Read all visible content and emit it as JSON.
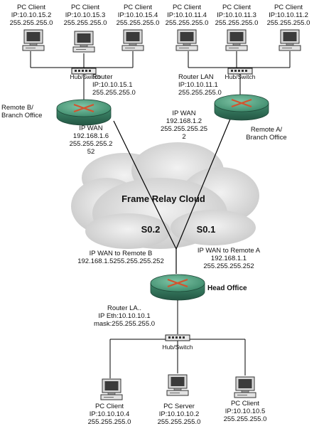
{
  "clients_top_left": [
    {
      "label": "PC Client",
      "ip": "IP:10.10.15.2",
      "mask": "255.255.255.0"
    },
    {
      "label": "PC Client",
      "ip": "IP:10.10.15.3",
      "mask": "255.255.255.0"
    },
    {
      "label": "PC Client",
      "ip": "IP:10.10.15.4",
      "mask": "255.255.255.0"
    }
  ],
  "clients_top_right": [
    {
      "label": "PC Client",
      "ip": "IP:10.10.11.4",
      "mask": "255.255.255.0"
    },
    {
      "label": "PC Client",
      "ip": "IP:10.10.11.3",
      "mask": "255.255.255.0"
    },
    {
      "label": "PC Client",
      "ip": "IP:10.10.11.2",
      "mask": "255.255.255.0"
    }
  ],
  "hub_label": "Hub/Switch",
  "remote_b": {
    "router_lan": "Router\nIP:10.10.15.1\n255.255.255.0",
    "name": "Remote B/\nBranch Office",
    "wan": "IP WAN\n192.168.1.6\n255.255.255.2\n52"
  },
  "remote_a": {
    "router_lan": "Router LAN\nIP:10.10.11.1\n255.255.255.0",
    "name": "Remote A/\nBranch Office",
    "wan": "IP WAN\n192.168.1.2\n255.255.255.25\n2"
  },
  "cloud_title": "Frame Relay Cloud",
  "s02": "S0.2",
  "s01": "S0.1",
  "wan_to_b": "IP WAN to Remote B\n192.168.1.5255.255.255.252",
  "wan_to_a": "IP WAN to Remote A\n192.168.1.1\n255.255.255.252",
  "head_office": "Head Office",
  "head_router_lan": "Router LA..\nIP Eth:10.10.10.1\nmask:255.255.255.0",
  "clients_bottom": [
    {
      "label": "PC Client",
      "ip": "IP:10.10.10.4",
      "mask": "255.255.255.0"
    },
    {
      "label": "PC Server",
      "ip": "IP:10.10.10.2",
      "mask": "255.255.255.0"
    },
    {
      "label": "PC Client",
      "ip": "IP:10.10.10.5",
      "mask": "255.255.255.0"
    }
  ],
  "colors": {
    "router_top": "#4a9a7a",
    "router_side": "#2e6e55",
    "arrow": "#d2542f",
    "cloud": "#d9d9d9",
    "line": "#000000"
  }
}
